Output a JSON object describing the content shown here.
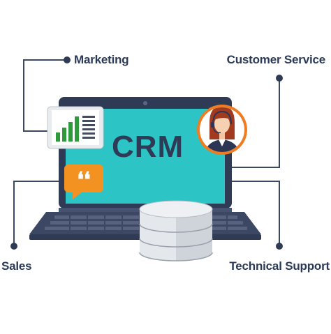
{
  "labels": {
    "marketing": "Marketing",
    "customer_service": "Customer Service",
    "sales": "Sales",
    "technical_support": "Technical Support"
  },
  "screen_title": "CRM",
  "colors": {
    "screen": "#2cc4c4",
    "laptop_frame": "#2f3b55",
    "connector": "#3c4763",
    "accent_orange": "#f39221",
    "chart_green": "#2e9a3c",
    "database": "#d8dbe0"
  },
  "icons": [
    "tablet-chart-icon",
    "quote-bubble-icon",
    "agent-avatar-icon",
    "database-icon",
    "laptop-icon"
  ]
}
